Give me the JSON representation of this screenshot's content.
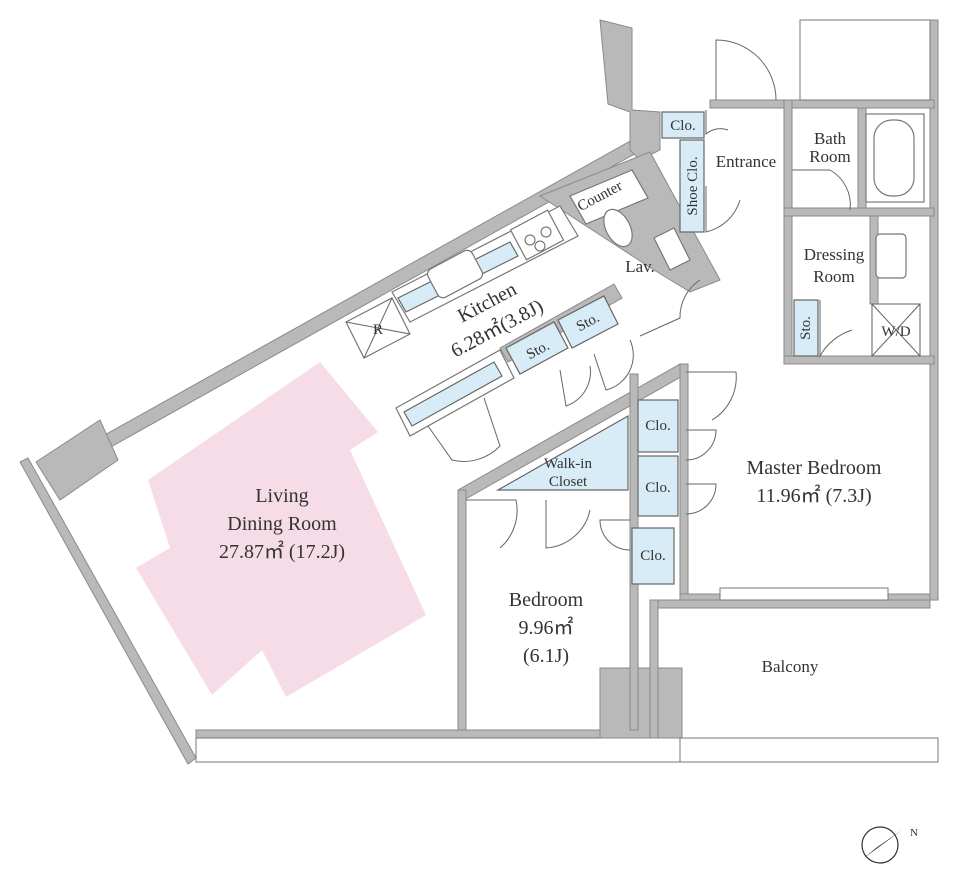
{
  "rooms": {
    "living": {
      "line1": "Living",
      "line2": "Dining Room",
      "line3": "27.87㎡ (17.2J)"
    },
    "kitchen": {
      "line1": "Kitchen",
      "line2": "6.28㎡(3.8J)"
    },
    "master": {
      "line1": "Master Bedroom",
      "line2": "11.96㎡ (7.3J)"
    },
    "bedroom": {
      "line1": "Bedroom",
      "line2": "9.96㎡",
      "line3": "(6.1J)"
    },
    "balcony": {
      "line1": "Balcony"
    },
    "entrance": {
      "line1": "Entrance"
    },
    "bath": {
      "line1": "Bath",
      "line2": "Room"
    },
    "dressing": {
      "line1": "Dressing",
      "line2": "Room"
    },
    "lav": {
      "line1": "Lav."
    },
    "counter": {
      "line1": "Counter"
    },
    "walkin": {
      "line1": "Walk-in",
      "line2": "Closet"
    }
  },
  "storage": {
    "clo_entrance": "Clo.",
    "shoe_clo": "Shoe Clo.",
    "sto_kitchen_1": "Sto.",
    "sto_kitchen_2": "Sto.",
    "sto_dressing": "Sto.",
    "wd": "W/D",
    "clo_master_1": "Clo.",
    "clo_master_2": "Clo.",
    "clo_bedroom": "Clo.",
    "refrigerator": "R"
  },
  "compass": {
    "north": "N"
  },
  "colors": {
    "living_highlight": "#f6dce7",
    "storage_fill": "#d8ecf7",
    "wall": "#b9b9b9"
  }
}
